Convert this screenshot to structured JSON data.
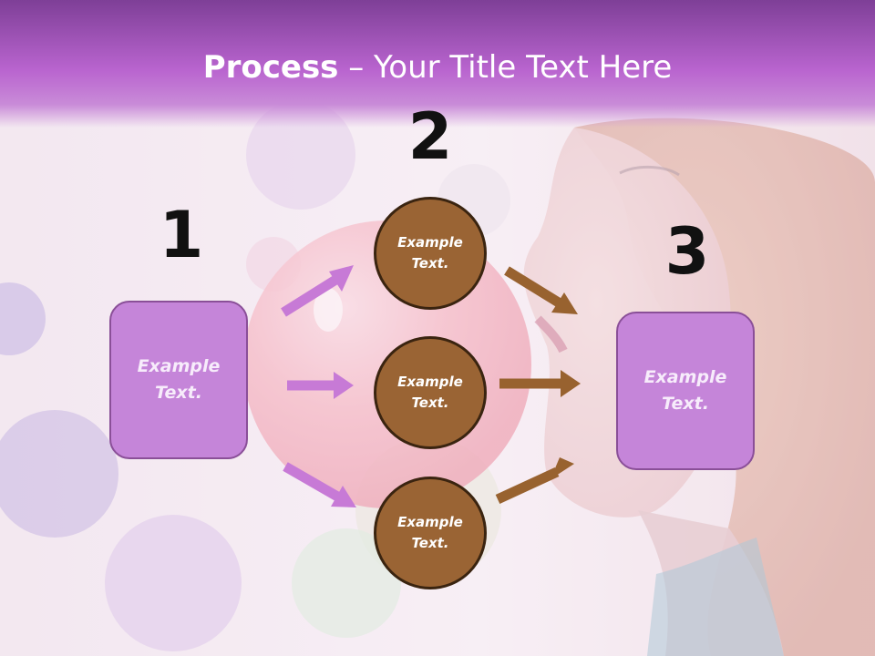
{
  "title": {
    "bold": "Process",
    "rest": " – Your Title Text Here"
  },
  "steps": [
    {
      "number": "1",
      "text_line1": "Example",
      "text_line2": "Text."
    },
    {
      "number": "2",
      "text_line1": "Example",
      "text_line2": "Text."
    },
    {
      "number": "3",
      "text_line1": "Example",
      "text_line2": "Text."
    }
  ],
  "circles": [
    {
      "line1": "Example",
      "line2": "Text."
    },
    {
      "line1": "Example",
      "line2": "Text."
    },
    {
      "line1": "Example",
      "line2": "Text."
    }
  ],
  "colors": {
    "title_band": "#b964cf",
    "box_fill": "#c585d9",
    "box_border": "#8a4f98",
    "circle_fill": "#9a6434",
    "circle_border": "#3a2410",
    "arrow_left": "#c77ad6",
    "arrow_right": "#98622f"
  }
}
